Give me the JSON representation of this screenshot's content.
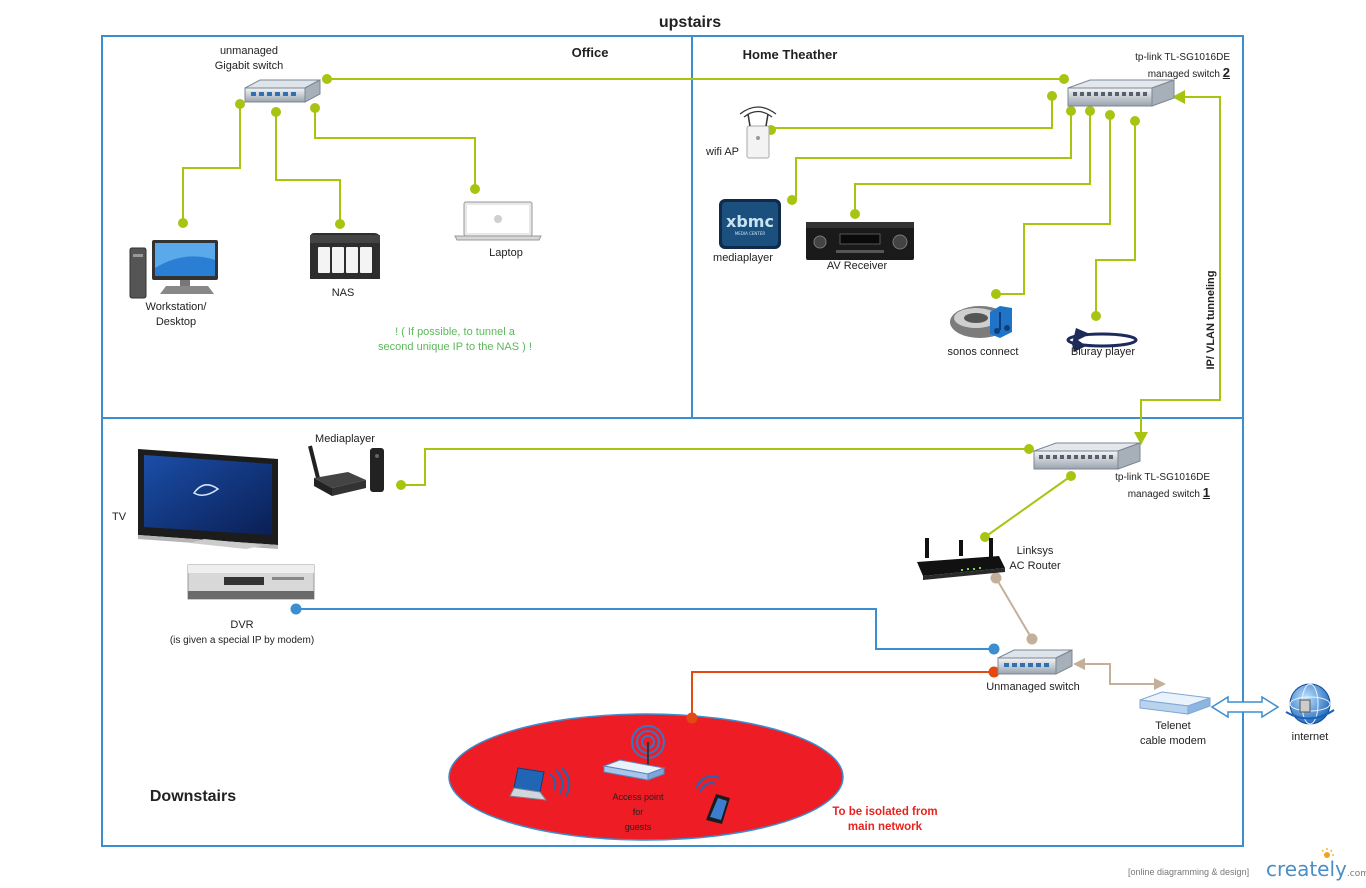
{
  "zones": {
    "upstairs": "upstairs",
    "office": "Office",
    "home_theater": "Home Theather",
    "downstairs": "Downstairs"
  },
  "devices": {
    "gigabit_switch": [
      "unmanaged",
      "Gigabit switch"
    ],
    "managed_switch_2": {
      "model": "tp-link TL-SG1016DE",
      "label": "managed switch",
      "number": "2"
    },
    "managed_switch_1": {
      "model": "tp-link TL-SG1016DE",
      "label": "managed switch",
      "number": "1"
    },
    "workstation": [
      "Workstation/",
      "Desktop"
    ],
    "nas": "NAS",
    "laptop": "Laptop",
    "wifi_ap": "wifi AP",
    "mediaplayer_ht": "mediaplayer",
    "av_receiver": "AV Receiver",
    "sonos": "sonos connect",
    "bluray": "Bluray player",
    "mediaplayer_down": "Mediaplayer",
    "tv": "TV",
    "dvr": [
      "DVR",
      "(is given a special IP by modem)"
    ],
    "router": [
      "Linksys",
      "AC Router"
    ],
    "unmanaged_switch": "Unmanaged switch",
    "modem": [
      "Telenet",
      "cable modem"
    ],
    "internet": "internet",
    "guest_ap": [
      "Access point",
      "for",
      "guests"
    ]
  },
  "notes": {
    "nas_note": [
      "! ( If possible, to tunnel a",
      "second unique IP to the NAS ) !"
    ],
    "tunnel": "IP/ VLAN  tunneling",
    "isolated": [
      "To be isolated from",
      "main network"
    ]
  },
  "footer": {
    "tagline": "[online diagramming & design]",
    "brand": "creately",
    "brand_suffix": ".com"
  },
  "colors": {
    "border": "#3b8ed0",
    "green_line": "#a8c410",
    "blue_line": "#3b8ed0",
    "orange_line": "#e34a12",
    "tan_line": "#c4b09a",
    "guest_zone": "#ee1c25"
  }
}
